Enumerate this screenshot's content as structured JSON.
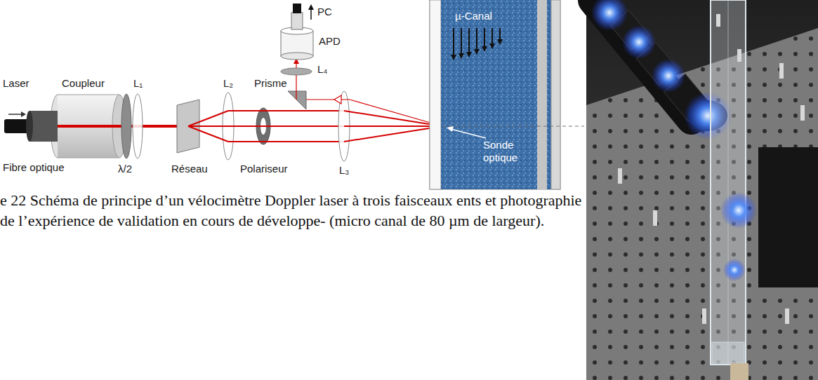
{
  "diagram": {
    "caption": "e 22 Schéma de principe d’un vélocimètre Doppler laser à trois faisceaux ents et photographie de l’expérience de validation en cours de développe- (micro canal de 80 µm de largeur).",
    "nodes": [
      {
        "text": [
          "µ-Canal",
          "Sonde optique"
        ]
      }
    ],
    "labels": [
      "Laser",
      "Coupleur",
      "L₁",
      "Fibre optique",
      "λ/2",
      "Réseau",
      "L₂",
      "Polariseur",
      "Prisme",
      "L₃",
      "L₄",
      "APD",
      "PC"
    ]
  }
}
